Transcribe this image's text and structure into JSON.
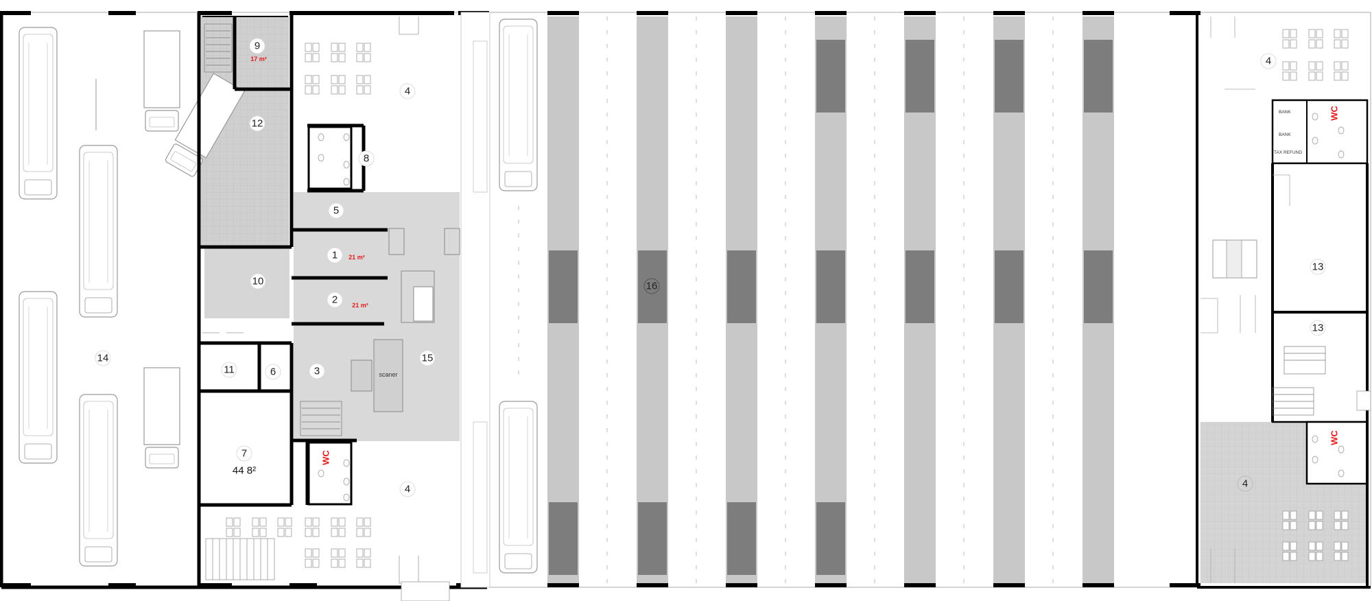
{
  "rooms": [
    {
      "id": "r1",
      "number": "1",
      "area": "21 m²"
    },
    {
      "id": "r2",
      "number": "2",
      "area": "21 m²"
    },
    {
      "id": "r3",
      "number": "3"
    },
    {
      "id": "r4a",
      "number": "4"
    },
    {
      "id": "r4b",
      "number": "4"
    },
    {
      "id": "r4c",
      "number": "4"
    },
    {
      "id": "r4d",
      "number": "4"
    },
    {
      "id": "r5",
      "number": "5"
    },
    {
      "id": "r6",
      "number": "6"
    },
    {
      "id": "r7",
      "number": "7",
      "area": "44 8²"
    },
    {
      "id": "r8",
      "number": "8"
    },
    {
      "id": "r9",
      "number": "9",
      "area": "17 m²"
    },
    {
      "id": "r10",
      "number": "10"
    },
    {
      "id": "r11",
      "number": "11"
    },
    {
      "id": "r12",
      "number": "12"
    },
    {
      "id": "r13a",
      "number": "13"
    },
    {
      "id": "r13b",
      "number": "13"
    },
    {
      "id": "r14",
      "number": "14"
    },
    {
      "id": "r15",
      "number": "15"
    },
    {
      "id": "r16",
      "number": "16"
    }
  ],
  "labels": {
    "scanner": "scaner",
    "wc": "WC",
    "bank1": "BANK",
    "bank2": "BANK",
    "tax_refund": "TAX REFUND"
  },
  "colors": {
    "wall": "#000000",
    "light_fill": "#d9d9d9",
    "dark_fill": "#7d7d7d",
    "lane_fill": "#c8c8c8",
    "area_text": "#e31b1b"
  }
}
